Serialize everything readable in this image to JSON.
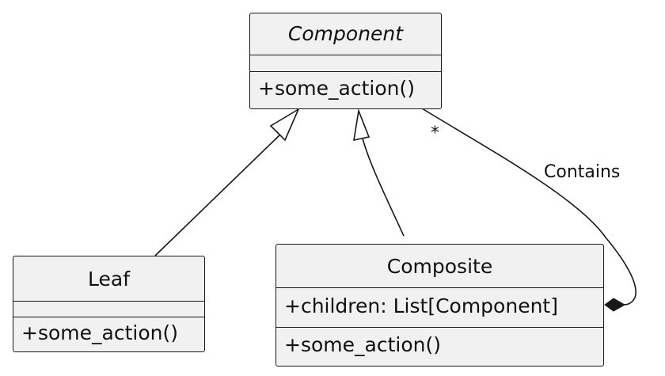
{
  "classes": {
    "component": {
      "name": "Component",
      "attributes": [],
      "methods": [
        "+some_action()"
      ]
    },
    "leaf": {
      "name": "Leaf",
      "attributes": [],
      "methods": [
        "+some_action()"
      ]
    },
    "composite": {
      "name": "Composite",
      "attributes": [
        "+children: List[Component]"
      ],
      "methods": [
        "+some_action()"
      ]
    }
  },
  "relations": {
    "leaf_inherits": {
      "from": "Leaf",
      "to": "Component",
      "kind": "generalization"
    },
    "composite_inherits": {
      "from": "Composite",
      "to": "Component",
      "kind": "generalization"
    },
    "contains": {
      "from": "Composite",
      "to": "Component",
      "kind": "composition",
      "label": "Contains",
      "multiplicity": "*"
    }
  }
}
